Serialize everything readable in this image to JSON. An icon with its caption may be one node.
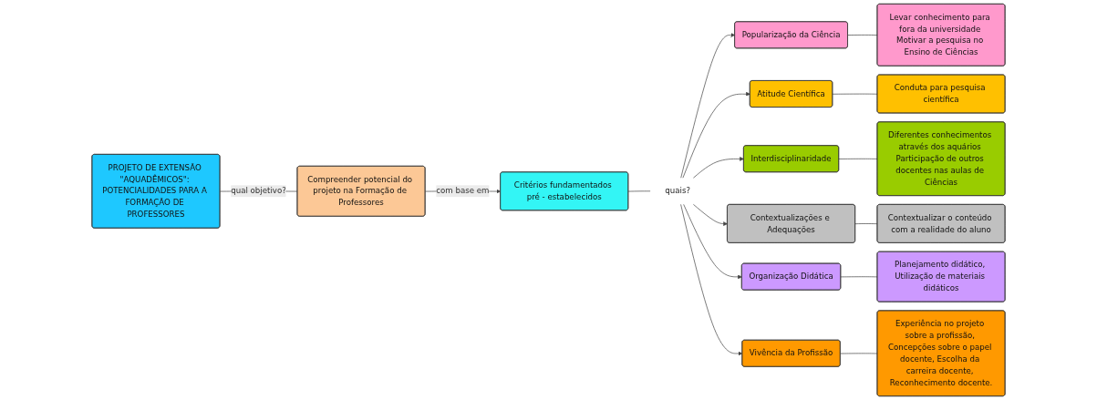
{
  "diagram": {
    "nodes": [
      {
        "text": [
          "PROJETO DE EXTENSÃO \"AQUADÊMICOS\": POTENCIALIDADES PARA A FORMAÇÃO DE PROFESSORES"
        ]
      },
      {
        "text": [
          "Compreender potencial do projeto na Formação de Professores"
        ]
      },
      {
        "text": [
          "Critérios fundamentados pré - estabelecidos"
        ]
      },
      {
        "text": [
          "quais?"
        ]
      },
      {
        "text": [
          "Popularização da Ciência"
        ]
      },
      {
        "text": [
          "Levar conhecimento para fora da universidade Motivar a pesquisa no Ensino de Ciências"
        ]
      },
      {
        "text": [
          "Atitude Científica"
        ]
      },
      {
        "text": [
          "Conduta para pesquisa científica"
        ]
      },
      {
        "text": [
          "Interdisciplinaridade"
        ]
      },
      {
        "text": [
          "Diferentes conhecimentos através dos aquários Participação de outros docentes nas aulas de Ciências"
        ]
      },
      {
        "text": [
          "Contextualizações e Adequações"
        ]
      },
      {
        "text": [
          "Contextualizar o conteúdo com a realidade do aluno"
        ]
      },
      {
        "text": [
          "Organização Didática"
        ]
      },
      {
        "text": [
          "Planejamento didático, Utilização de materiais didáticos"
        ]
      },
      {
        "text": [
          "Vivência da Profissão"
        ]
      },
      {
        "text": [
          "Experiência no projeto sobre a profissão, Concepções sobre o papel docente, Escolha da carreira docente, Reconhecimento docente."
        ]
      }
    ],
    "edges": [
      {
        "from": 0,
        "to": 1,
        "arrow": "none",
        "label": "qual objetivo?"
      },
      {
        "from": 1,
        "to": 2,
        "arrow": "to",
        "label": "com base em"
      },
      {
        "from": 2,
        "to": 3,
        "arrow": "none"
      },
      {
        "from": 3,
        "to": 4,
        "arrow": "to"
      },
      {
        "from": 3,
        "to": 6,
        "arrow": "to"
      },
      {
        "from": 3,
        "to": 8,
        "arrow": "to"
      },
      {
        "from": 3,
        "to": 10,
        "arrow": "to"
      },
      {
        "from": 3,
        "to": 12,
        "arrow": "to"
      },
      {
        "from": 3,
        "to": 14,
        "arrow": "to"
      },
      {
        "from": 4,
        "to": 5,
        "arrow": "none"
      },
      {
        "from": 6,
        "to": 7,
        "arrow": "none"
      },
      {
        "from": 8,
        "to": 9,
        "arrow": "none"
      },
      {
        "from": 10,
        "to": 11,
        "arrow": "none"
      },
      {
        "from": 12,
        "to": 13,
        "arrow": "none"
      },
      {
        "from": 14,
        "to": 15,
        "arrow": "none"
      }
    ]
  }
}
